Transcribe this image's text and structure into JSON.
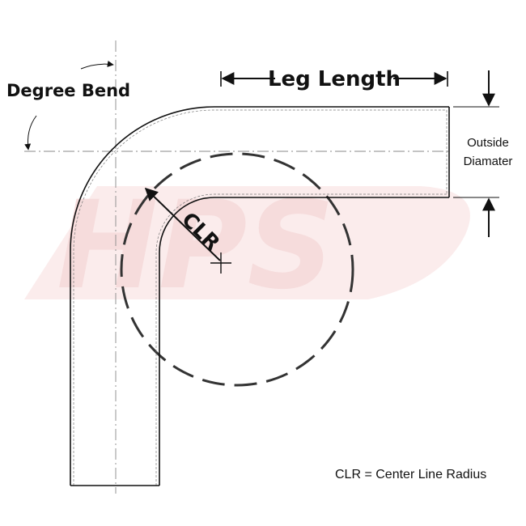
{
  "labels": {
    "degree_bend": "Degree Bend",
    "leg_length": "Leg Length",
    "outside_diameter_line1": "Outside",
    "outside_diameter_line2": "Diamater",
    "clr": "CLR",
    "clr_legend": "CLR = Center Line Radius"
  },
  "watermark": {
    "text": "HPS",
    "color": "#f8e3e3"
  },
  "colors": {
    "line": "#111111",
    "centerline": "#8a8a8a",
    "dash_circle": "#333333"
  }
}
